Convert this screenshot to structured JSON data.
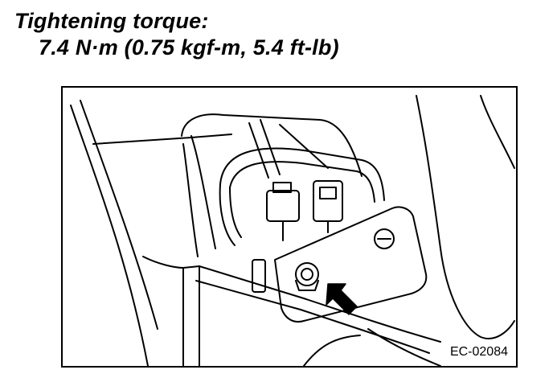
{
  "torque": {
    "title": "Tightening torque:",
    "value": "7.4 N·m (0.75 kgf-m, 5.4 ft-lb)"
  },
  "figure": {
    "code": "EC-02084",
    "icons": [
      "bolt-icon",
      "arrow-icon",
      "sensor-connector-icon",
      "bracket-icon"
    ]
  },
  "colors": {
    "ink": "#000000",
    "paper": "#ffffff"
  }
}
